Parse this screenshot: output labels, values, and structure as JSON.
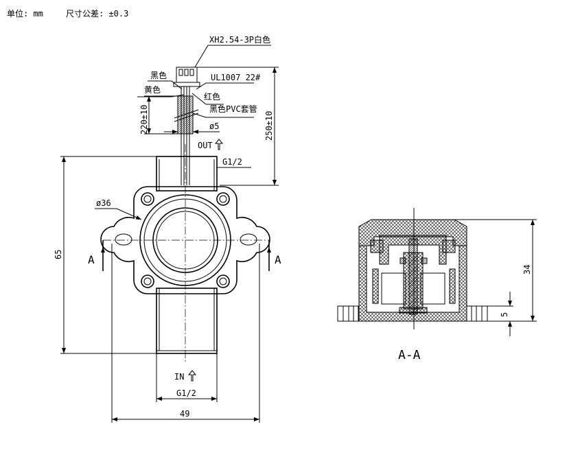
{
  "header": {
    "unit": "单位: mm",
    "tolerance": "尺寸公差: ±0.3"
  },
  "labels": {
    "connector": "XH2.54-3P白色",
    "wire_spec": "UL1007 22#",
    "black_wire": "黑色",
    "yellow_wire": "黄色",
    "red_wire": "红色",
    "sleeve": "黑色PVC套管",
    "sleeve_diameter": "ø5",
    "out": "OUT",
    "in": "IN",
    "body_diameter": "ø36",
    "section_mark_left": "A",
    "section_mark_right": "A",
    "section_title": "A-A"
  },
  "dimensions": {
    "sleeve_length": "220±10",
    "cable_length": "250±10",
    "thread_top": "G1/2",
    "thread_bottom": "G1/2",
    "height": "65",
    "width": "49",
    "section_height": "34",
    "base_thickness": "5"
  }
}
